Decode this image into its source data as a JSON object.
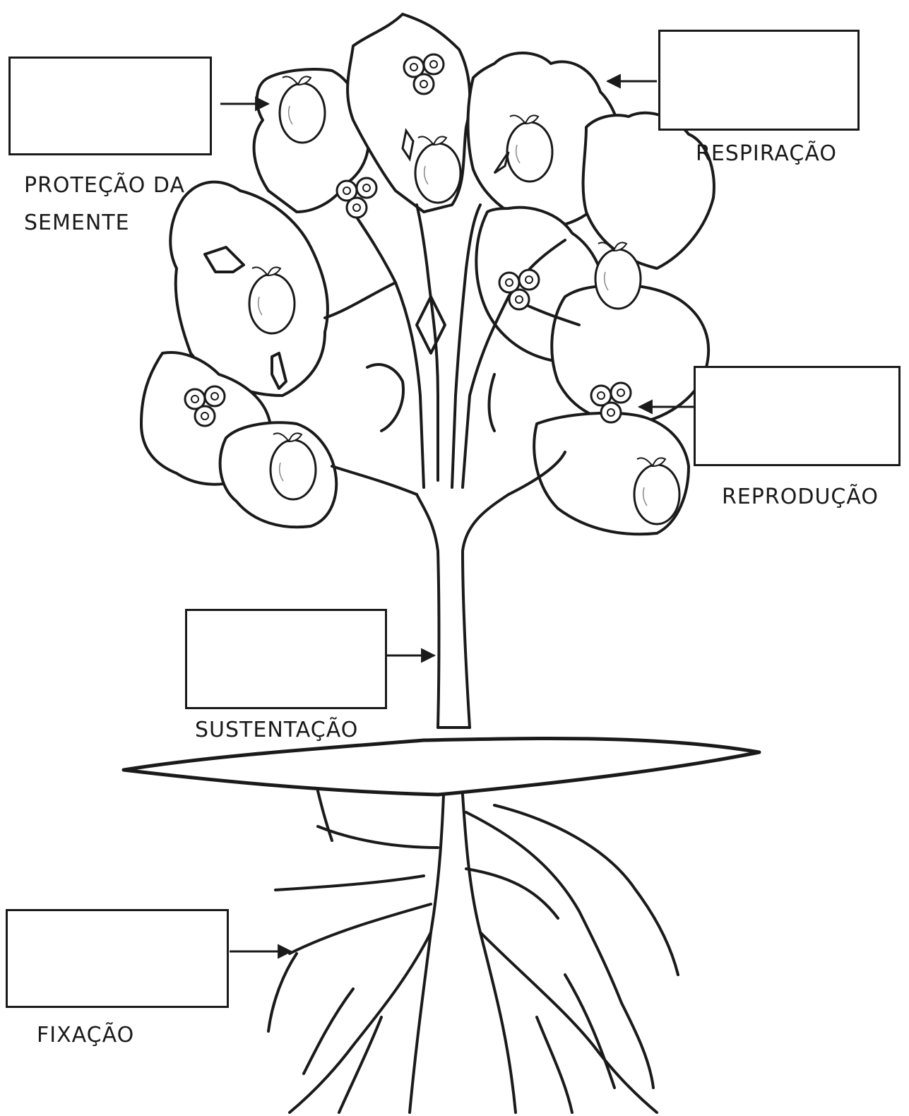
{
  "labels": {
    "protecao": "PROTEÇÃO DA\nSEMENTE",
    "respiracao": "RESPIRAÇÃO",
    "reproducao": "REPRODUÇÃO",
    "sustentacao": "SUSTENTAÇÃO",
    "fixacao": "FIXAÇÃO"
  },
  "colors": {
    "line": "#1a1a1a",
    "paper": "#ffffff"
  },
  "parts": [
    "fruit",
    "leaf",
    "flower",
    "trunk",
    "roots"
  ]
}
